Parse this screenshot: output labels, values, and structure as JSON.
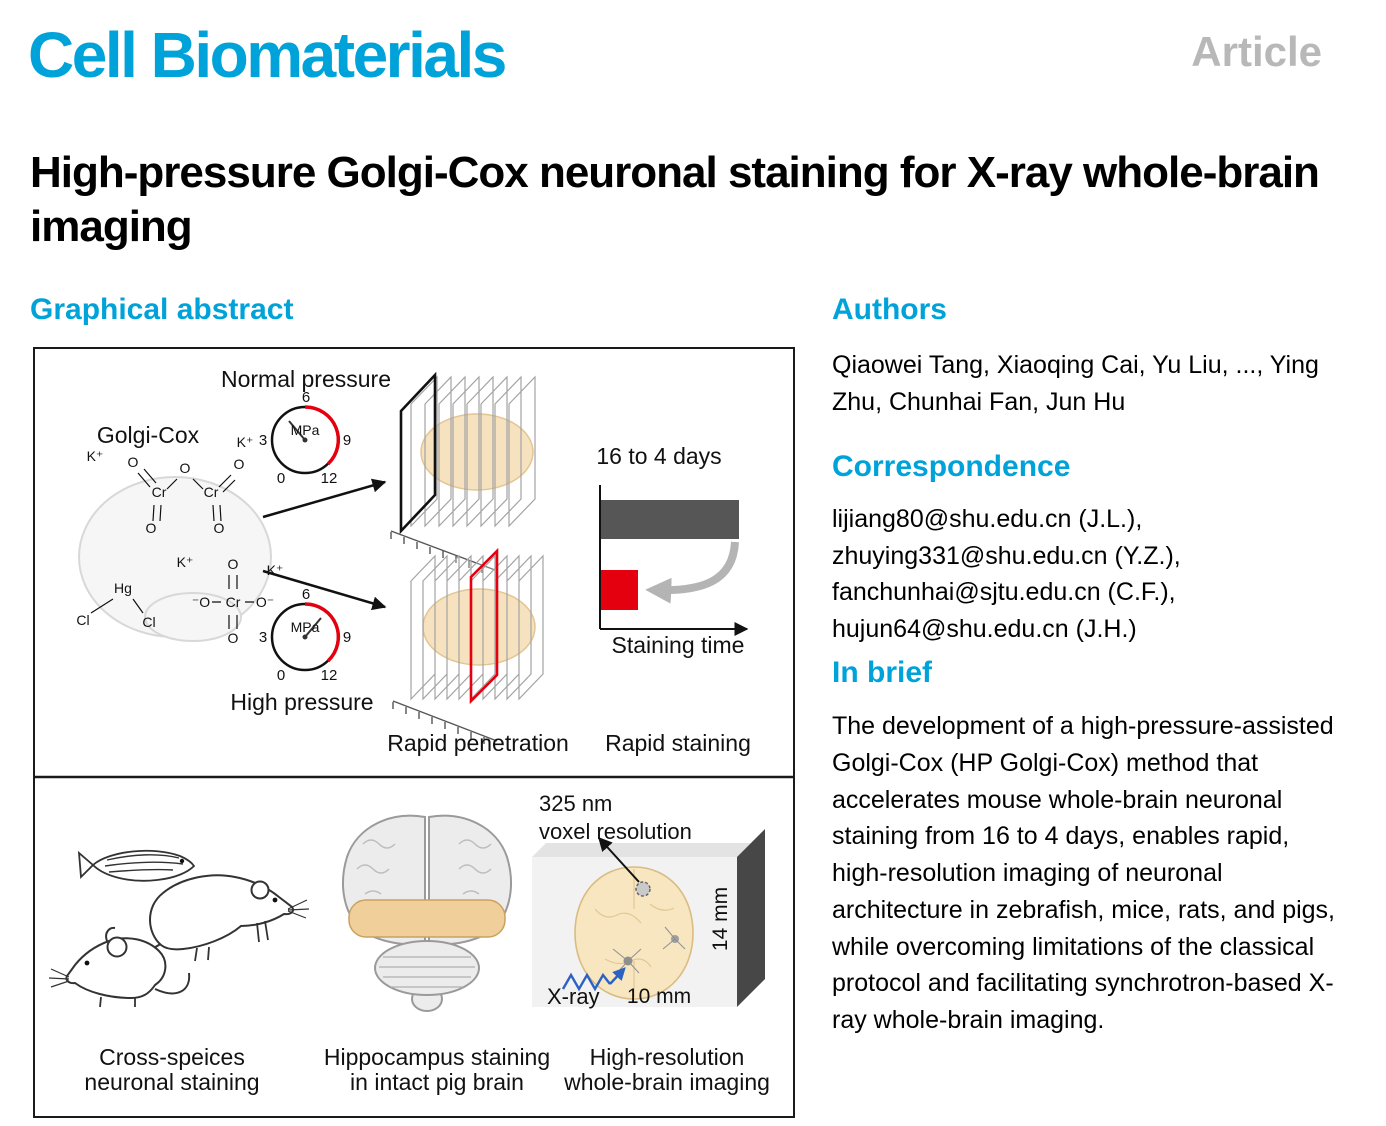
{
  "page": {
    "journal_name": "Cell Biomaterials",
    "article_type": "Article",
    "title": "High-pressure Golgi-Cox neuronal staining for X-ray whole-brain imaging"
  },
  "graphical_abstract": {
    "heading": "Graphical abstract",
    "labels": {
      "normal_pressure": "Normal pressure",
      "high_pressure": "High pressure",
      "golgi_cox": "Golgi-Cox",
      "gauge_unit": "MPa",
      "tick_0": "0",
      "tick_3": "3",
      "tick_6": "6",
      "tick_9": "9",
      "tick_12": "12",
      "duration": "16 to 4 days",
      "staining_time_axis": "Staining time",
      "rapid_penetration": "Rapid penetration",
      "rapid_staining": "Rapid staining",
      "k_ion": "K⁺",
      "cr_atom": "Cr",
      "o_atom": "O",
      "o_neg_left": "⁻O",
      "o_neg_right": "O⁻",
      "hg_atom": "Hg",
      "cl_atom": "Cl",
      "voxel_line1": "325 nm",
      "voxel_line2": "voxel resolution",
      "xray": "X-ray",
      "height_dim": "14 mm",
      "width_dim": "10 mm",
      "caption_left_line1": "Cross-speices",
      "caption_left_line2": "neuronal staining",
      "caption_mid_line1": "Hippocampus staining",
      "caption_mid_line2": "in intact pig brain",
      "caption_right_line1": "High-resolution",
      "caption_right_line2": "whole-brain imaging"
    }
  },
  "authors": {
    "heading": "Authors",
    "names": "Qiaowei Tang, Xiaoqing Cai, Yu Liu, ..., Ying Zhu, Chunhai Fan, Jun Hu"
  },
  "correspondence": {
    "heading": "Correspondence",
    "emails": [
      "lijiang80@shu.edu.cn (J.L.),",
      "zhuying331@shu.edu.cn (Y.Z.),",
      "fanchunhai@sjtu.edu.cn (C.F.),",
      "hujun64@shu.edu.cn (J.H.)"
    ]
  },
  "in_brief": {
    "heading": "In brief",
    "text": "The development of a high-pressure-assisted Golgi-Cox (HP Golgi-Cox) method that accelerates mouse whole-brain neuronal staining from 16 to 4 days, enables rapid, high-resolution imaging of neuronal architecture in zebrafish, mice, rats, and pigs, while overcoming limitations of the classical protocol and facilitating synchrotron-based X-ray whole-brain imaging."
  },
  "colors": {
    "accent_blue": "#00a3d9",
    "article_type_gray": "#b8b8b8",
    "duration_bar_gray": "#565656",
    "highlight_red": "#e4000f",
    "brain_tan": "#f3d9a8",
    "xray_blue": "#2b62c4"
  }
}
